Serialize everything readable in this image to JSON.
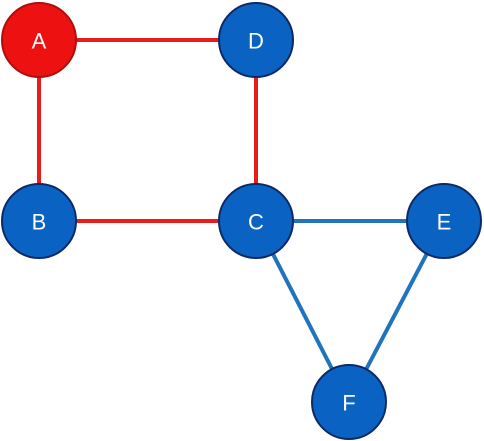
{
  "graph": {
    "nodes": [
      {
        "id": "A",
        "label": "A",
        "highlighted": true
      },
      {
        "id": "B",
        "label": "B",
        "highlighted": false
      },
      {
        "id": "C",
        "label": "C",
        "highlighted": false
      },
      {
        "id": "D",
        "label": "D",
        "highlighted": false
      },
      {
        "id": "E",
        "label": "E",
        "highlighted": false
      },
      {
        "id": "F",
        "label": "F",
        "highlighted": false
      }
    ],
    "edges": [
      {
        "from": "A",
        "to": "D",
        "highlighted": true
      },
      {
        "from": "A",
        "to": "B",
        "highlighted": true
      },
      {
        "from": "D",
        "to": "C",
        "highlighted": true
      },
      {
        "from": "B",
        "to": "C",
        "highlighted": true
      },
      {
        "from": "C",
        "to": "E",
        "highlighted": false
      },
      {
        "from": "C",
        "to": "F",
        "highlighted": false
      },
      {
        "from": "E",
        "to": "F",
        "highlighted": false
      }
    ]
  },
  "colors": {
    "highlight_edge": "#e81c1c",
    "normal_edge": "#1f74bb",
    "highlight_node_fill": "#ee1111",
    "highlight_node_stroke": "#b00d0d",
    "normal_node_fill": "#0a62c2",
    "normal_node_stroke": "#0d2a66",
    "label": "#ffffff"
  }
}
